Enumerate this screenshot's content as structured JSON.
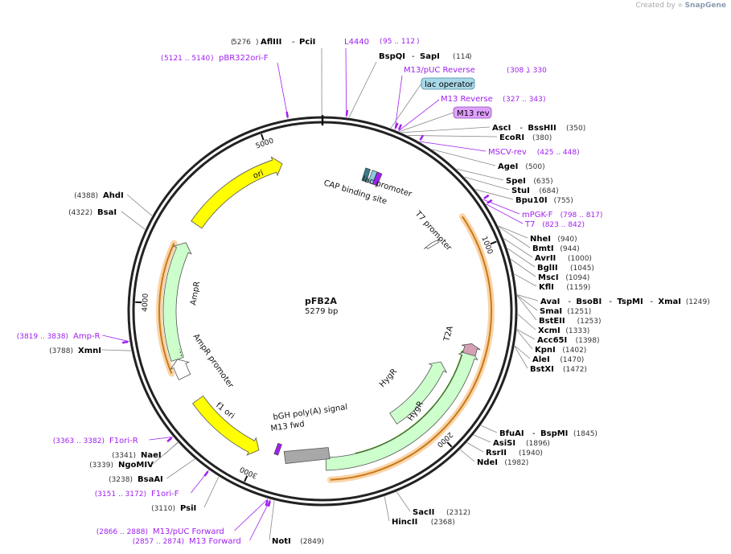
{
  "watermark": {
    "prefix": "Created by",
    "brand": "SnapGene"
  },
  "plasmid": {
    "name": "pFB2A",
    "size_label": "5279 bp",
    "length_bp": 5279
  },
  "ticks": [
    "1000",
    "2000",
    "3000",
    "4000",
    "5000"
  ],
  "colors": {
    "backbone": "#222222",
    "yellow": "#ffff00",
    "green": "#ccffcc",
    "white": "#ffffff",
    "orange": "#f5b060",
    "dark_green": "#3a8a00",
    "primer": "#a020f0",
    "site_bold": "#000000",
    "site_pos": "#333333"
  },
  "features": [
    {
      "id": "ori",
      "label": "ori",
      "fill": "#ffff00",
      "start": 4465,
      "end": 5055,
      "dir": 1,
      "track": 2
    },
    {
      "id": "f1-ori",
      "label": "f1 ori",
      "fill": "#ffff00",
      "start": 3000,
      "end": 3440,
      "dir": -1,
      "track": 2
    },
    {
      "id": "ampr",
      "label": "AmpR",
      "fill": "#ccffcc",
      "start": 3690,
      "end": 4350,
      "dir": 1,
      "track": 2
    },
    {
      "id": "ampr-promoter",
      "label": "AmpR promoter",
      "fill": "#ffffff",
      "start": 3585,
      "end": 3690,
      "dir": 1,
      "track": 2
    },
    {
      "id": "hygr1",
      "label": "HygR",
      "fill": "#ccffcc",
      "start": 1660,
      "end": 2150,
      "dir": -1,
      "track": 1
    },
    {
      "id": "hygr2",
      "label": "HygR",
      "fill": "#ccffcc",
      "start": 1530,
      "end": 2620,
      "dir": -1,
      "track": 2
    },
    {
      "id": "t7-promoter",
      "label": "T7 promoter",
      "fill": "#ffffff",
      "start": 850,
      "end": 870,
      "dir": -1,
      "track": 1
    },
    {
      "id": "t2a",
      "label": "T2A",
      "fill": "#d4a0b4",
      "start": 1500,
      "end": 1560,
      "dir": -1,
      "track": 2
    }
  ],
  "inner_labels": [
    {
      "id": "lac-promoter",
      "text": "lac promoter"
    },
    {
      "id": "cap-binding-site",
      "text": "CAP binding site"
    },
    {
      "id": "t7-promoter",
      "text": "T7 promoter"
    },
    {
      "id": "bgh-polya",
      "text": "bGH poly(A) signal"
    },
    {
      "id": "m13-fwd",
      "text": "M13 fwd"
    },
    {
      "id": "ampr-label",
      "text": "AmpR"
    },
    {
      "id": "ampr-promoter",
      "text": "AmpR promoter"
    },
    {
      "id": "ori-label",
      "text": "ori"
    },
    {
      "id": "f1ori-label",
      "text": "f1 ori"
    },
    {
      "id": "hygr1-label",
      "text": "HygR"
    },
    {
      "id": "hygr2-label",
      "text": "HygR"
    },
    {
      "id": "t2a-label",
      "text": "T2A"
    }
  ],
  "site_labels": [
    {
      "name": "AflIII",
      "name2": "PciI",
      "pos": "5276",
      "side": "top"
    },
    {
      "name": "L4440",
      "pos": "95 .. 112",
      "primer": true
    },
    {
      "name": "BspQI",
      "name2": "SapI",
      "pos": "114"
    },
    {
      "name": "M13/pUC Reverse",
      "pos": "308 .. 330",
      "primer": true
    },
    {
      "name": "lac operator",
      "box": "#a8d8e8"
    },
    {
      "name": "M13 Reverse",
      "pos": "327 .. 343",
      "primer": true
    },
    {
      "name": "M13 rev",
      "box": "#e0a0ff"
    },
    {
      "name": "AscI",
      "name2": "BssHII",
      "pos": "350"
    },
    {
      "name": "EcoRI",
      "pos": "380"
    },
    {
      "name": "MSCV-rev",
      "pos": "425 .. 448",
      "primer": true
    },
    {
      "name": "AgeI",
      "pos": "500"
    },
    {
      "name": "SpeI",
      "pos": "635"
    },
    {
      "name": "StuI",
      "pos": "684"
    },
    {
      "name": "Bpu10I",
      "pos": "755"
    },
    {
      "name": "mPGK-F",
      "pos": "798 .. 817",
      "primer": true
    },
    {
      "name": "T7",
      "pos": "823 .. 842",
      "primer": true
    },
    {
      "name": "NheI",
      "pos": "940"
    },
    {
      "name": "BmtI",
      "pos": "944"
    },
    {
      "name": "AvrII",
      "pos": "1000"
    },
    {
      "name": "BglII",
      "pos": "1045"
    },
    {
      "name": "MscI",
      "pos": "1094"
    },
    {
      "name": "KflI",
      "pos": "1159"
    },
    {
      "name": "AvaI",
      "name2": "BsoBI",
      "name3": "TspMI",
      "name4": "XmaI",
      "pos": "1249"
    },
    {
      "name": "SmaI",
      "pos": "1251"
    },
    {
      "name": "BstEII",
      "pos": "1253"
    },
    {
      "name": "XcmI",
      "pos": "1333"
    },
    {
      "name": "Acc65I",
      "pos": "1398"
    },
    {
      "name": "KpnI",
      "pos": "1402"
    },
    {
      "name": "AleI",
      "pos": "1470"
    },
    {
      "name": "BstXI",
      "pos": "1472"
    },
    {
      "name": "BfuAI",
      "name2": "BspMI",
      "pos": "1845"
    },
    {
      "name": "AsiSI",
      "pos": "1896"
    },
    {
      "name": "RsrII",
      "pos": "1940"
    },
    {
      "name": "NdeI",
      "pos": "1982"
    },
    {
      "name": "SacII",
      "pos": "2312"
    },
    {
      "name": "HincII",
      "pos": "2368"
    },
    {
      "name": "NotI",
      "pos": "2849"
    },
    {
      "name": "M13 Forward",
      "pos": "2857 .. 2874",
      "primer": true
    },
    {
      "name": "M13/pUC Forward",
      "pos": "2866 .. 2888",
      "primer": true
    },
    {
      "name": "PsiI",
      "pos": "3110"
    },
    {
      "name": "F1ori-F",
      "pos": "3151 .. 3172",
      "primer": true
    },
    {
      "name": "BsaAI",
      "pos": "3238"
    },
    {
      "name": "NgoMIV",
      "pos": "3339"
    },
    {
      "name": "NaeI",
      "pos": "3341"
    },
    {
      "name": "F1ori-R",
      "pos": "3363 .. 3382",
      "primer": true
    },
    {
      "name": "XmnI",
      "pos": "3788"
    },
    {
      "name": "Amp-R",
      "pos": "3819 .. 3838",
      "primer": true
    },
    {
      "name": "BsaI",
      "pos": "4322"
    },
    {
      "name": "AhdI",
      "pos": "4388"
    },
    {
      "name": "pBR322ori-F",
      "pos": "5121 .. 5140",
      "primer": true
    }
  ]
}
